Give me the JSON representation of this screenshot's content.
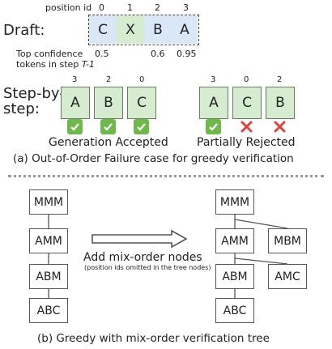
{
  "top": {
    "position_id_label": "position id",
    "position_ids": [
      "0",
      "1",
      "2",
      "3"
    ],
    "draft_label": "Draft:",
    "draft_tokens": [
      "C",
      "X",
      "B",
      "A"
    ],
    "confidence_label_line1": "Top confidence",
    "confidence_label_line2_prefix": "tokens in step ",
    "confidence_label_line2_step": "T-1",
    "confidence_values": [
      "0.5",
      "",
      "0.6",
      "0.95"
    ],
    "step_label_line1": "Step-by-",
    "step_label_line2": "step:",
    "left_group": {
      "ids": [
        "3",
        "2",
        "0"
      ],
      "tokens": [
        "A",
        "B",
        "C"
      ],
      "status": [
        "accepted",
        "accepted",
        "accepted"
      ],
      "caption": "Generation Accepted"
    },
    "right_group": {
      "ids": [
        "3",
        "0",
        "2"
      ],
      "tokens": [
        "A",
        "C",
        "B"
      ],
      "status": [
        "accepted",
        "rejected",
        "rejected"
      ],
      "caption": "Partially Rejected"
    },
    "panel_caption": "(a) Out-of-Order Failure case for greedy verification"
  },
  "bottom": {
    "left_tree": [
      "MMM",
      "AMM",
      "ABM",
      "ABC"
    ],
    "right_tree": {
      "main": [
        "MMM",
        "AMM",
        "ABM",
        "ABC"
      ],
      "extra": [
        "MBM",
        "AMC"
      ]
    },
    "arrow_label": "Add mix-order nodes",
    "arrow_sublabel": "(position ids omitted in the tree nodes)",
    "panel_caption": "(b) Greedy with mix-order verification tree"
  },
  "colors": {
    "draft_blue": "#d9e7f6",
    "draft_green": "#d6ecd0",
    "accepted": "#6fb84b",
    "rejected": "#e0413b"
  }
}
